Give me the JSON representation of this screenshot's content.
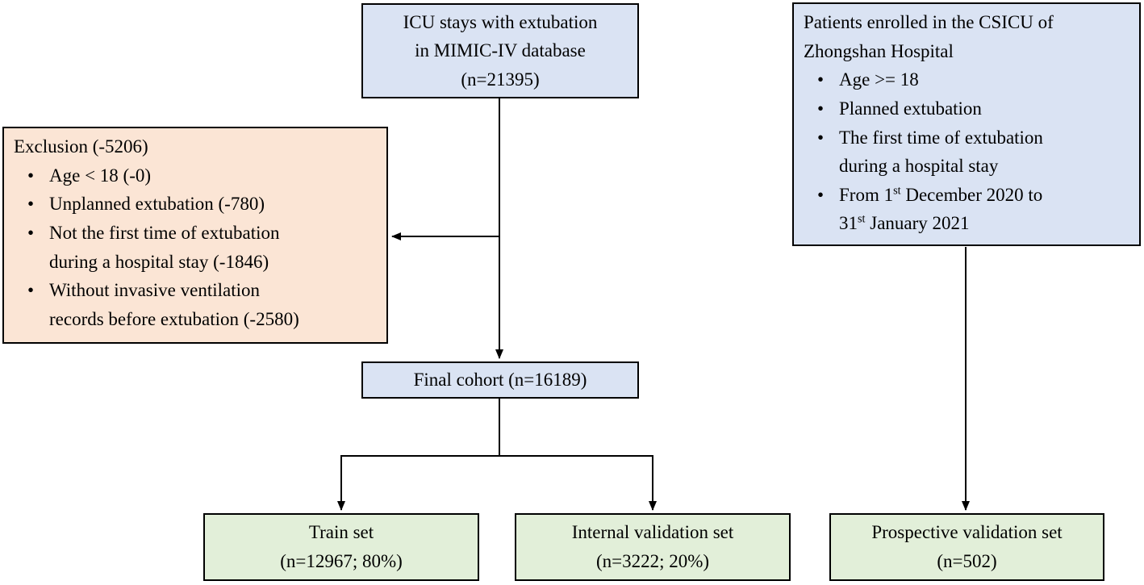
{
  "colors": {
    "source_box": "#dae3f3",
    "exclusion_box": "#fbe5d5",
    "output_box": "#e2efd9",
    "border": "#000000",
    "arrow": "#000000"
  },
  "boxes": {
    "mimic_source": {
      "lines": [
        "ICU stays with extubation",
        "in MIMIC-IV database",
        "(n=21395)"
      ]
    },
    "zhongshan_source": {
      "intro": "Patients enrolled in the CSICU of\nZhongshan Hospital",
      "bullet_glyph": "•",
      "bullets": [
        "Age >= 18",
        "Planned extubation",
        "The first time of extubation\nduring a hospital stay",
        "From 1st December 2020 to\n31st January 2021"
      ]
    },
    "exclusion": {
      "title": "Exclusion (-5206)",
      "bullet_glyph": "•",
      "bullets": [
        "Age < 18 (-0)",
        "Unplanned extubation (-780)",
        "Not the first time of extubation\nduring a hospital stay (-1846)",
        "Without invasive ventilation\nrecords before extubation (-2580)"
      ]
    },
    "final_cohort": {
      "label": "Final cohort (n=16189)"
    },
    "train_set": {
      "lines": [
        "Train set",
        "(n=12967; 80%)"
      ]
    },
    "internal_validation_set": {
      "lines": [
        "Internal validation set",
        "(n=3222; 20%)"
      ]
    },
    "prospective_validation_set": {
      "lines": [
        "Prospective validation set",
        "(n=502)"
      ]
    }
  }
}
